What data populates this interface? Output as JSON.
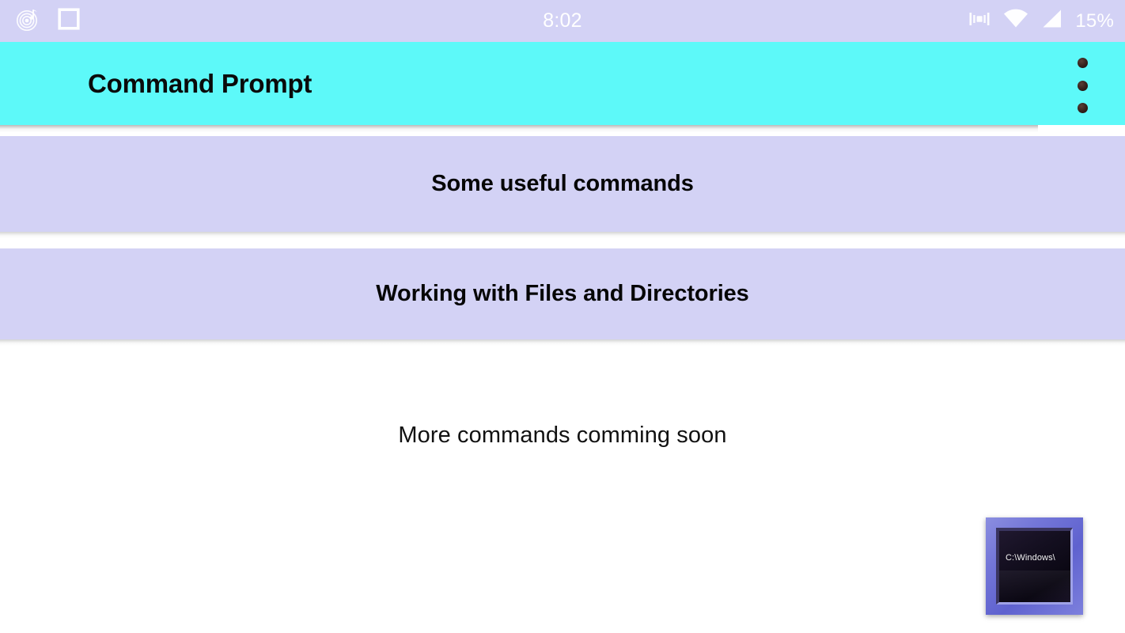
{
  "status_bar": {
    "clock": "8:02",
    "battery_percent": "15%",
    "left_icons": [
      "music-disc-icon",
      "square-app-icon"
    ],
    "right_icons": [
      "vibrate-icon",
      "wifi-icon",
      "cellular-signal-icon"
    ],
    "background_color": "#d3d2f5",
    "text_color": "#ffffff"
  },
  "app_bar": {
    "title": "Command Prompt",
    "background_color": "#5df9f9",
    "title_color": "#0a0a0a",
    "overflow_menu_icon": "three-dots-vertical-icon"
  },
  "list": {
    "cards": [
      {
        "label": "Some useful commands"
      },
      {
        "label": "Working with Files and Directories"
      }
    ],
    "card_background_color": "#d3d2f5",
    "card_text_color": "#060606"
  },
  "body": {
    "note": "More commands comming soon"
  },
  "cmd_icon": {
    "terminal_text": "C:\\Windows\\",
    "frame_color": "#7376d8",
    "screen_color": "#140f20"
  }
}
